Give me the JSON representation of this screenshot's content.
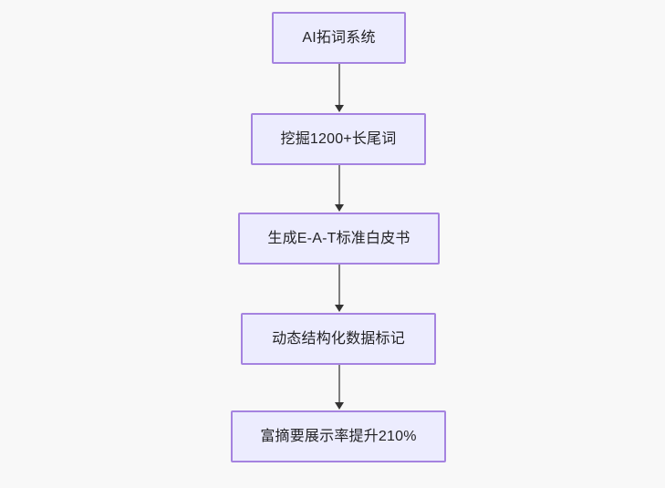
{
  "diagram": {
    "type": "flowchart",
    "orientation": "top-to-bottom",
    "background_color": "#f8f8f8",
    "node_fill_color": "#ececfe",
    "node_border_color": "#a583e0",
    "edge_color": "#7f7f7f",
    "arrow_color": "#333333",
    "text_color": "#232326",
    "nodes": [
      {
        "id": "n1",
        "label": "AI拓词系统"
      },
      {
        "id": "n2",
        "label": "挖掘1200+长尾词"
      },
      {
        "id": "n3",
        "label": "生成E-A-T标准白皮书"
      },
      {
        "id": "n4",
        "label": "动态结构化数据标记"
      },
      {
        "id": "n5",
        "label": "富摘要展示率提升210%"
      }
    ],
    "edges": [
      {
        "from": "n1",
        "to": "n2"
      },
      {
        "from": "n2",
        "to": "n3"
      },
      {
        "from": "n3",
        "to": "n4"
      },
      {
        "from": "n4",
        "to": "n5"
      }
    ]
  }
}
